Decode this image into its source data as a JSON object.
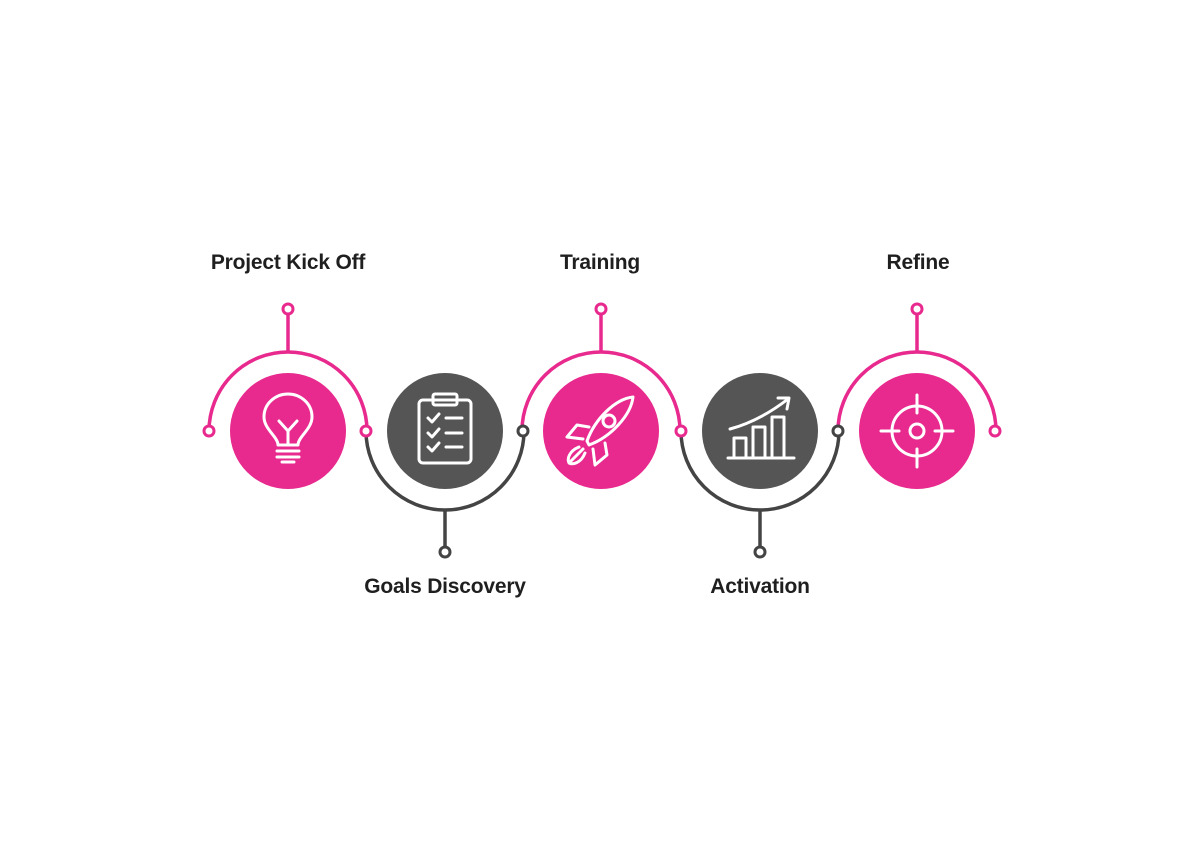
{
  "colors": {
    "pink": "#e8298e",
    "gray": "#555555",
    "ring_gray": "#444444",
    "icon": "#ffffff",
    "label": "#1f1f1f",
    "background": "#ffffff"
  },
  "steps": [
    {
      "label": "Project Kick Off",
      "icon": "lightbulb-icon",
      "color": "pink",
      "connector": "top"
    },
    {
      "label": "Goals Discovery",
      "icon": "clipboard-checklist-icon",
      "color": "gray",
      "connector": "bottom"
    },
    {
      "label": "Training",
      "icon": "rocket-icon",
      "color": "pink",
      "connector": "top"
    },
    {
      "label": "Activation",
      "icon": "bar-chart-growth-icon",
      "color": "gray",
      "connector": "bottom"
    },
    {
      "label": "Refine",
      "icon": "target-icon",
      "color": "pink",
      "connector": "top"
    }
  ]
}
